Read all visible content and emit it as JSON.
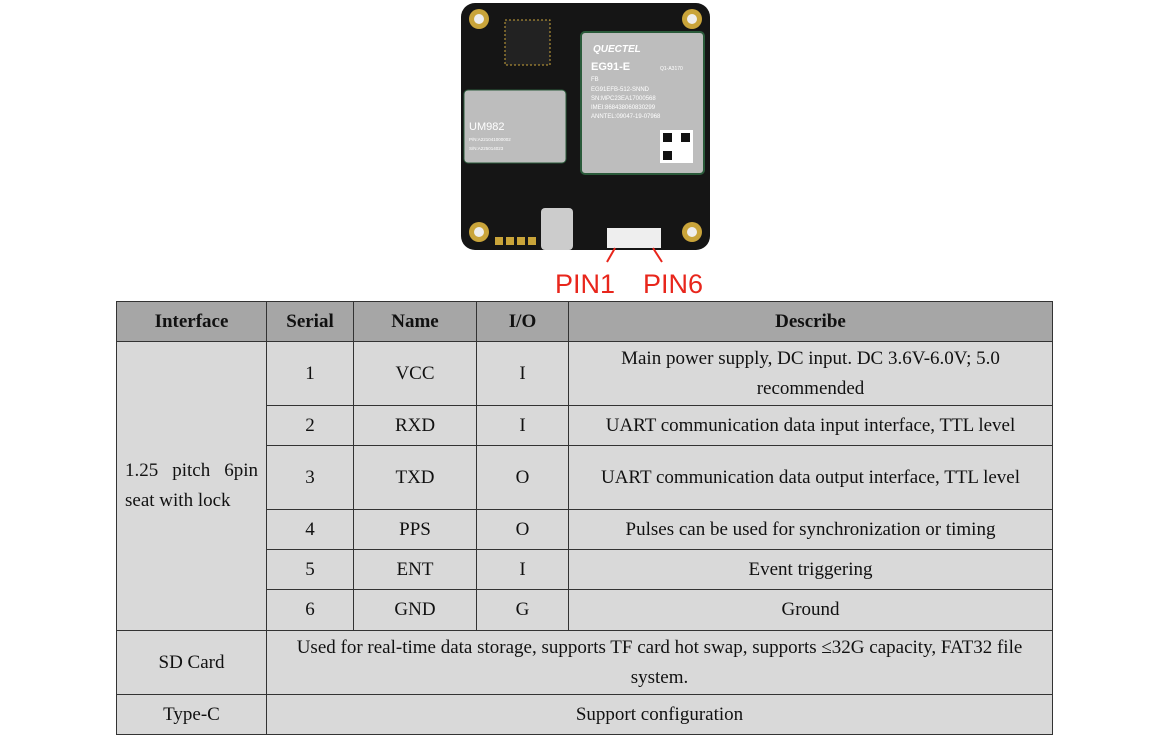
{
  "figure": {
    "lte_module": {
      "brand": "QUECTEL",
      "model": "EG91-E",
      "code": "Q1-A3170",
      "variant": "FB",
      "part": "EG91EFB-512-SNND",
      "sn": "SN:MPC23EA17000568",
      "imei": "IMEI:868438060830299",
      "anntel": "ANNTEL:09047-19-07968"
    },
    "gnss_module": {
      "model": "UM982",
      "pn": "P/N:A221041000002",
      "sn": "S/N:A225014023"
    },
    "pin_labels": [
      "PIN1",
      "PIN6"
    ],
    "colors": {
      "pin_label": "#e8261c",
      "board": "#151515",
      "module": "#bdbdbd"
    }
  },
  "table": {
    "headers": [
      "Interface",
      "Serial",
      "Name",
      "I/O",
      "Describe"
    ],
    "interface_label": "1.25 pitch 6pin seat with lock",
    "pins": [
      {
        "serial": "1",
        "name": "VCC",
        "io": "I",
        "describe": "Main power supply, DC input. DC 3.6V-6.0V; 5.0 recommended"
      },
      {
        "serial": "2",
        "name": "RXD",
        "io": "I",
        "describe": "UART communication data input interface, TTL level"
      },
      {
        "serial": "3",
        "name": "TXD",
        "io": "O",
        "describe": "UART communication data output interface, TTL level"
      },
      {
        "serial": "4",
        "name": "PPS",
        "io": "O",
        "describe": "Pulses can be used for synchronization or timing"
      },
      {
        "serial": "5",
        "name": "ENT",
        "io": "I",
        "describe": "Event triggering"
      },
      {
        "serial": "6",
        "name": "GND",
        "io": "G",
        "describe": "Ground"
      }
    ],
    "sd_card": {
      "label": "SD Card",
      "describe": "Used for real-time data storage, supports TF card hot swap, supports ≤32G capacity, FAT32 file system."
    },
    "type_c": {
      "label": "Type-C",
      "describe": "Support configuration"
    }
  }
}
